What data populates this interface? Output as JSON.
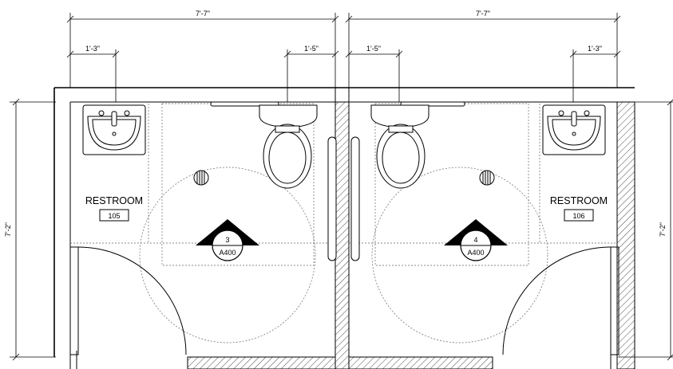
{
  "dimensions": {
    "left_width": "7'-7\"",
    "right_width": "7'-7\"",
    "left_sink_offset": "1'-3\"",
    "left_wc_offset": "1'-5\"",
    "right_wc_offset": "1'-5\"",
    "right_sink_offset": "1'-3\"",
    "left_height": "7'-2\"",
    "right_height": "7'-2\""
  },
  "rooms": [
    {
      "name": "RESTROOM",
      "number": "105"
    },
    {
      "name": "RESTROOM",
      "number": "106"
    }
  ],
  "section_tags": [
    {
      "number": "3",
      "sheet": "A400"
    },
    {
      "number": "4",
      "sheet": "A400"
    }
  ]
}
